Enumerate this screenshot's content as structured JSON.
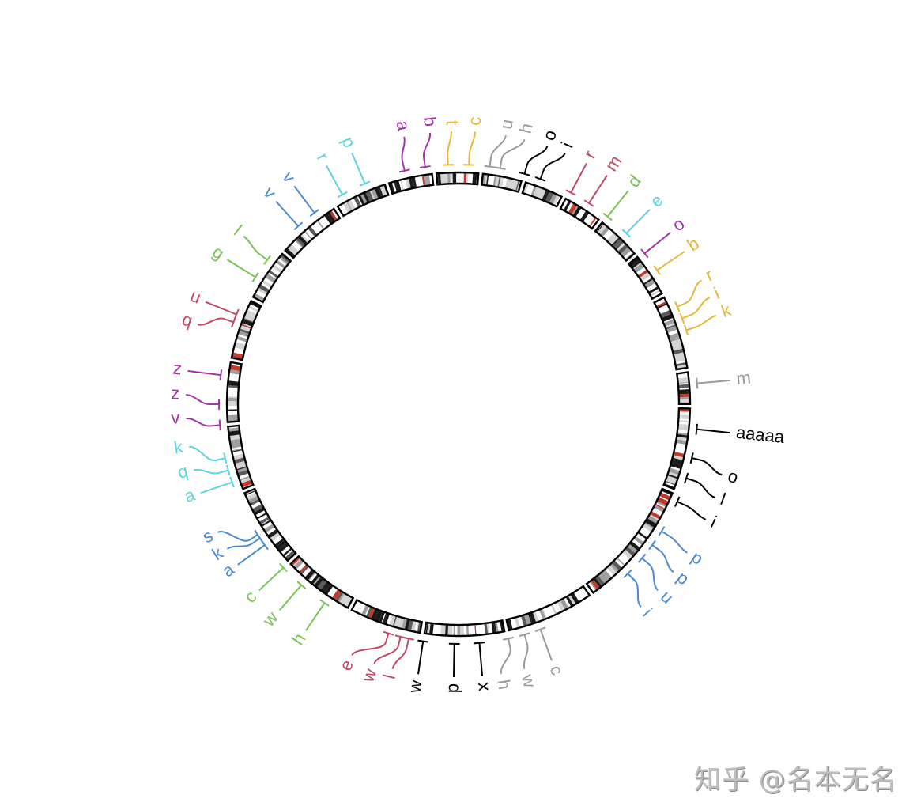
{
  "watermark": "知乎 @名本无名",
  "colors": {
    "purple": "#a433a8",
    "yellow": "#e3b93b",
    "gray": "#9a9a9a",
    "black": "#000000",
    "red": "#c04a62",
    "green": "#79c356",
    "cyan": "#5fd3de",
    "blue": "#4a8bd0",
    "band_red": "#c0392b"
  },
  "chart_data": {
    "type": "circos-ideogram-with-labels",
    "center": [
      580,
      511
    ],
    "ideogram_outer_radius": 293,
    "ideogram_inner_radius": 279,
    "segment_gaps_deg": [
      354,
      5.5,
      16.3,
      27,
      37.8,
      50,
      62,
      81.5,
      90.5,
      112,
      145,
      168,
      189,
      208,
      227,
      248,
      265,
      281,
      297,
      311,
      328,
      342
    ],
    "labels": [
      {
        "text": "a",
        "color": "purple",
        "angle": -11.5,
        "anchor": -13
      },
      {
        "text": "b",
        "color": "purple",
        "angle": -6,
        "anchor": -8
      },
      {
        "text": "t",
        "color": "yellow",
        "angle": -1.5,
        "anchor": -2.5
      },
      {
        "text": "c",
        "color": "yellow",
        "angle": 3.5,
        "anchor": 2.5
      },
      {
        "text": "u",
        "color": "gray",
        "angle": 10,
        "anchor": 7.5
      },
      {
        "text": "h",
        "color": "gray",
        "angle": 14,
        "anchor": 10
      },
      {
        "text": "o",
        "color": "black",
        "angle": 19,
        "anchor": 16
      },
      {
        "text": "i",
        "color": "black",
        "angle": 23,
        "anchor": 20
      },
      {
        "text": "r",
        "color": "red",
        "angle": 28,
        "anchor": 28
      },
      {
        "text": "m",
        "color": "red",
        "angle": 33,
        "anchor": 33
      },
      {
        "text": "d",
        "color": "green",
        "angle": 38.5,
        "anchor": 38.5
      },
      {
        "text": "e",
        "color": "cyan",
        "angle": 44.5,
        "anchor": 44.5
      },
      {
        "text": "o",
        "color": "purple",
        "angle": 51,
        "anchor": 51
      },
      {
        "text": "b",
        "color": "yellow",
        "angle": 56,
        "anchor": 56
      },
      {
        "text": "r",
        "color": "yellow",
        "angle": 63,
        "anchor": 66
      },
      {
        "text": "i",
        "color": "yellow",
        "angle": 67,
        "anchor": 69
      },
      {
        "text": "k",
        "color": "yellow",
        "angle": 71,
        "anchor": 72
      },
      {
        "text": "m",
        "color": "gray",
        "angle": 85,
        "anchor": 85
      },
      {
        "text": "aaaaa",
        "color": "black",
        "angle": 96,
        "anchor": 96
      },
      {
        "text": "o",
        "color": "black",
        "angle": 105,
        "anchor": 103
      },
      {
        "text": "l",
        "color": "black",
        "angle": 110,
        "anchor": 108
      },
      {
        "text": "i",
        "color": "black",
        "angle": 115,
        "anchor": 114
      },
      {
        "text": "p",
        "color": "blue",
        "angle": 123,
        "anchor": 122
      },
      {
        "text": "p",
        "color": "blue",
        "angle": 128,
        "anchor": 126
      },
      {
        "text": "u",
        "color": "blue",
        "angle": 133,
        "anchor": 130
      },
      {
        "text": "i",
        "color": "blue",
        "angle": 138,
        "anchor": 135
      },
      {
        "text": "c",
        "color": "gray",
        "angle": 160,
        "anchor": 160
      },
      {
        "text": "w",
        "color": "gray",
        "angle": 166,
        "anchor": 164
      },
      {
        "text": "h",
        "color": "gray",
        "angle": 171,
        "anchor": 168
      },
      {
        "text": "x",
        "color": "black",
        "angle": 175,
        "anchor": 175
      },
      {
        "text": "p",
        "color": "black",
        "angle": 181,
        "anchor": 181
      },
      {
        "text": "w",
        "color": "black",
        "angle": 188.5,
        "anchor": 188.5
      },
      {
        "text": "l",
        "color": "red",
        "angle": 194,
        "anchor": 192
      },
      {
        "text": "w",
        "color": "red",
        "angle": 198,
        "anchor": 194
      },
      {
        "text": "e",
        "color": "red",
        "angle": 203,
        "anchor": 197
      },
      {
        "text": "h",
        "color": "green",
        "angle": 214,
        "anchor": 214
      },
      {
        "text": "w",
        "color": "green",
        "angle": 221,
        "anchor": 221
      },
      {
        "text": "c",
        "color": "green",
        "angle": 227,
        "anchor": 227
      },
      {
        "text": "a",
        "color": "blue",
        "angle": 234,
        "anchor": 234
      },
      {
        "text": "k",
        "color": "blue",
        "angle": 238,
        "anchor": 236
      },
      {
        "text": "s",
        "color": "blue",
        "angle": 242,
        "anchor": 237
      },
      {
        "text": "a",
        "color": "cyan",
        "angle": 251,
        "anchor": 251
      },
      {
        "text": "q",
        "color": "cyan",
        "angle": 256,
        "anchor": 254
      },
      {
        "text": "k",
        "color": "cyan",
        "angle": 261,
        "anchor": 257
      },
      {
        "text": "v",
        "color": "purple",
        "angle": 267,
        "anchor": 265
      },
      {
        "text": "z",
        "color": "purple",
        "angle": 272,
        "anchor": 270
      },
      {
        "text": "z",
        "color": "purple",
        "angle": 277,
        "anchor": 277
      },
      {
        "text": "q",
        "color": "red",
        "angle": 287,
        "anchor": 290
      },
      {
        "text": "u",
        "color": "red",
        "angle": 292,
        "anchor": 292
      },
      {
        "text": "g",
        "color": "green",
        "angle": 302,
        "anchor": 302
      },
      {
        "text": "l",
        "color": "green",
        "angle": 308,
        "anchor": 307
      },
      {
        "text": "v",
        "color": "blue",
        "angle": 318,
        "anchor": 318
      },
      {
        "text": "v",
        "color": "blue",
        "angle": 323,
        "anchor": 323
      },
      {
        "text": "r",
        "color": "cyan",
        "angle": 331,
        "anchor": 331
      },
      {
        "text": "p",
        "color": "cyan",
        "angle": 337,
        "anchor": 337
      }
    ]
  }
}
